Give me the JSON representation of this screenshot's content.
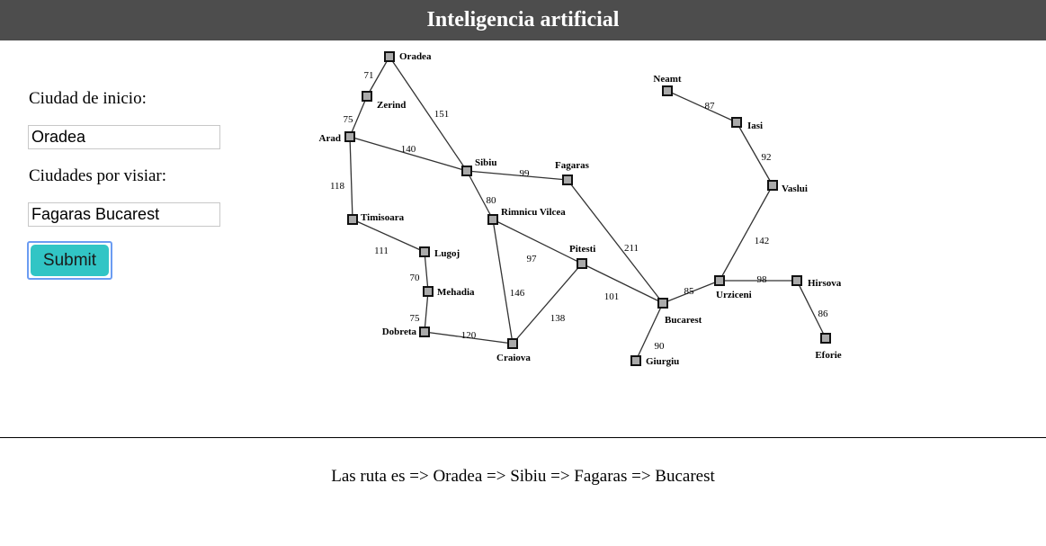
{
  "header": {
    "title": "Inteligencia artificial"
  },
  "form": {
    "start_label": "Ciudad de inicio:",
    "start_value": "Oradea",
    "visit_label": "Ciudades por visiar:",
    "visit_value": "Fagaras Bucarest",
    "submit_label": "Submit"
  },
  "map": {
    "cities": [
      {
        "id": "oradea",
        "name": "Oradea"
      },
      {
        "id": "zerind",
        "name": "Zerind"
      },
      {
        "id": "arad",
        "name": "Arad"
      },
      {
        "id": "sibiu",
        "name": "Sibiu"
      },
      {
        "id": "fagaras",
        "name": "Fagaras"
      },
      {
        "id": "timisoara",
        "name": "Timisoara"
      },
      {
        "id": "rimnicu",
        "name": "Rimnicu Vilcea"
      },
      {
        "id": "lugoj",
        "name": "Lugoj"
      },
      {
        "id": "pitesti",
        "name": "Pitesti"
      },
      {
        "id": "mehadia",
        "name": "Mehadia"
      },
      {
        "id": "dobreta",
        "name": "Dobreta"
      },
      {
        "id": "craiova",
        "name": "Craiova"
      },
      {
        "id": "bucarest",
        "name": "Bucarest"
      },
      {
        "id": "giurgiu",
        "name": "Giurgiu"
      },
      {
        "id": "urziceni",
        "name": "Urziceni"
      },
      {
        "id": "neamt",
        "name": "Neamt"
      },
      {
        "id": "iasi",
        "name": "Iasi"
      },
      {
        "id": "vaslui",
        "name": "Vaslui"
      },
      {
        "id": "hirsova",
        "name": "Hirsova"
      },
      {
        "id": "eforie",
        "name": "Eforie"
      }
    ],
    "roads": [
      {
        "from": "oradea",
        "to": "zerind",
        "distance": "71"
      },
      {
        "from": "zerind",
        "to": "arad",
        "distance": "75"
      },
      {
        "from": "oradea",
        "to": "sibiu",
        "distance": "151"
      },
      {
        "from": "arad",
        "to": "sibiu",
        "distance": "140"
      },
      {
        "from": "arad",
        "to": "timisoara",
        "distance": "118"
      },
      {
        "from": "sibiu",
        "to": "fagaras",
        "distance": "99"
      },
      {
        "from": "sibiu",
        "to": "rimnicu",
        "distance": "80"
      },
      {
        "from": "timisoara",
        "to": "lugoj",
        "distance": "111"
      },
      {
        "from": "lugoj",
        "to": "mehadia",
        "distance": "70"
      },
      {
        "from": "mehadia",
        "to": "dobreta",
        "distance": "75"
      },
      {
        "from": "dobreta",
        "to": "craiova",
        "distance": "120"
      },
      {
        "from": "rimnicu",
        "to": "craiova",
        "distance": "146"
      },
      {
        "from": "rimnicu",
        "to": "pitesti",
        "distance": "97"
      },
      {
        "from": "craiova",
        "to": "pitesti",
        "distance": "138"
      },
      {
        "from": "pitesti",
        "to": "bucarest",
        "distance": "101"
      },
      {
        "from": "fagaras",
        "to": "bucarest",
        "distance": "211"
      },
      {
        "from": "bucarest",
        "to": "giurgiu",
        "distance": "90"
      },
      {
        "from": "bucarest",
        "to": "urziceni",
        "distance": "85"
      },
      {
        "from": "urziceni",
        "to": "vaslui",
        "distance": "142"
      },
      {
        "from": "vaslui",
        "to": "iasi",
        "distance": "92"
      },
      {
        "from": "iasi",
        "to": "neamt",
        "distance": "87"
      },
      {
        "from": "urziceni",
        "to": "hirsova",
        "distance": "98"
      },
      {
        "from": "hirsova",
        "to": "eforie",
        "distance": "86"
      }
    ]
  },
  "result": {
    "text": "Las ruta es => Oradea => Sibiu => Fagaras => Bucarest"
  }
}
